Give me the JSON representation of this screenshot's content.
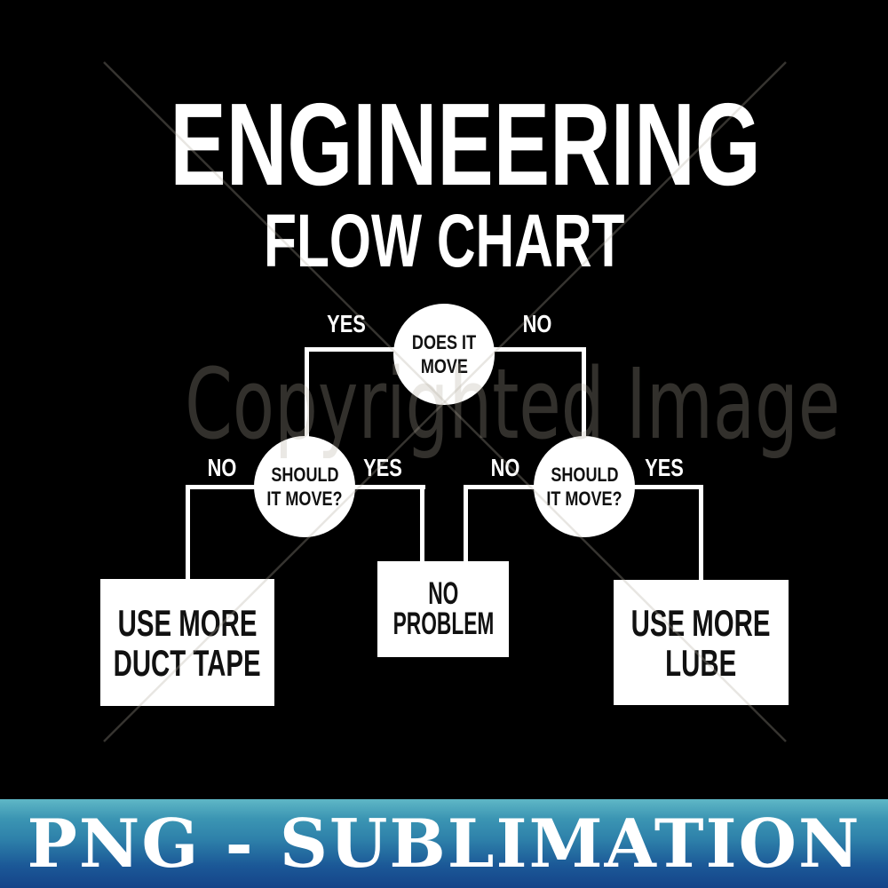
{
  "title": {
    "line1": "ENGINEERING",
    "line2": "FLOW CHART"
  },
  "watermark": {
    "text": "Copyrighted Image"
  },
  "flowchart": {
    "root": {
      "line1": "DOES IT",
      "line2": "MOVE",
      "left_label": "YES",
      "right_label": "NO"
    },
    "left_decision": {
      "line1": "SHOULD",
      "line2": "IT MOVE?",
      "left_label": "NO",
      "right_label": "YES"
    },
    "right_decision": {
      "line1": "SHOULD",
      "line2": "IT MOVE?",
      "left_label": "NO",
      "right_label": "YES"
    },
    "outcome_left": {
      "line1": "USE MORE",
      "line2": "DUCT TAPE"
    },
    "outcome_center": {
      "line1": "NO",
      "line2": "PROBLEM"
    },
    "outcome_right": {
      "line1": "USE MORE",
      "line2": "LUBE"
    }
  },
  "banner": {
    "text": "PNG - SUBLIMATION"
  },
  "colors": {
    "background": "#000000",
    "flowchart_fill": "#ffffff",
    "flowchart_text": "#111111",
    "connector_line": "#ffffff",
    "edge_label_text": "#ffffff",
    "watermark_tint": "rgba(178,172,158,0.28)",
    "banner_gradient_top": "#5fb7c6",
    "banner_gradient_mid": "#2e81aa",
    "banner_gradient_bottom": "#154489",
    "banner_text": "#ffffff"
  }
}
